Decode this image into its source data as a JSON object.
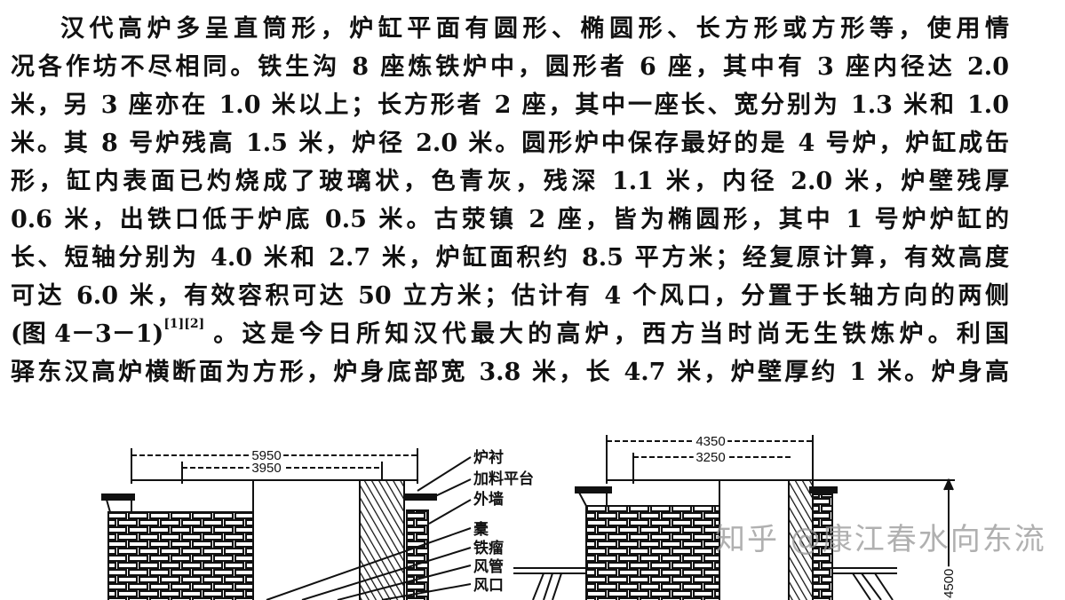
{
  "paragraph": {
    "lines": [
      "汉代高炉多呈直筒形，炉缸平面有圆形、椭圆形、长方形或方形等，使用情",
      "况各作坊不尽相同。铁生沟 8 座炼铁炉中，圆形者 6 座，其中有 3 座内径达 2.0",
      "米，另 3 座亦在 1.0 米以上；长方形者 2 座，其中一座长、宽分别为 1.3 米和 1.0",
      "米。其 8 号炉残高 1.5 米，炉径 2.0 米。圆形炉中保存最好的是 4 号炉，炉缸成缶",
      "形，缸内表面已灼烧成了玻璃状，色青灰，残深 1.1 米，内径 2.0 米，炉壁残厚",
      "0.6 米，出铁口低于炉底 0.5 米。古荥镇 2 座，皆为椭圆形，其中 1 号炉炉缸的",
      "长、短轴分别为 4.0 米和 2.7 米，炉缸面积约 8.5 平方米；经复原计算，有效高度",
      "可达 6.0 米，有效容积可达 50 立方米；估计有 4 个风口，分置于长轴方向的两侧",
      "(图 4－3－1)",
      "。这是今日所知汉代最大的高炉，西方当时尚无生铁炼炉。利国",
      "驿东汉高炉横断面为方形，炉身底部宽 3.8 米，长 4.7 米，炉壁厚约 1 米。炉身高"
    ],
    "citation": "[1][2]"
  },
  "figure": {
    "left_dims": [
      "5950",
      "3950"
    ],
    "right_dims": [
      "4350",
      "3250",
      "4500"
    ],
    "labels": [
      "炉衬",
      "加料平台",
      "外墙",
      "橐",
      "铁瘤",
      "风管",
      "风口"
    ]
  },
  "watermark": "知乎 @康江春水向东流"
}
